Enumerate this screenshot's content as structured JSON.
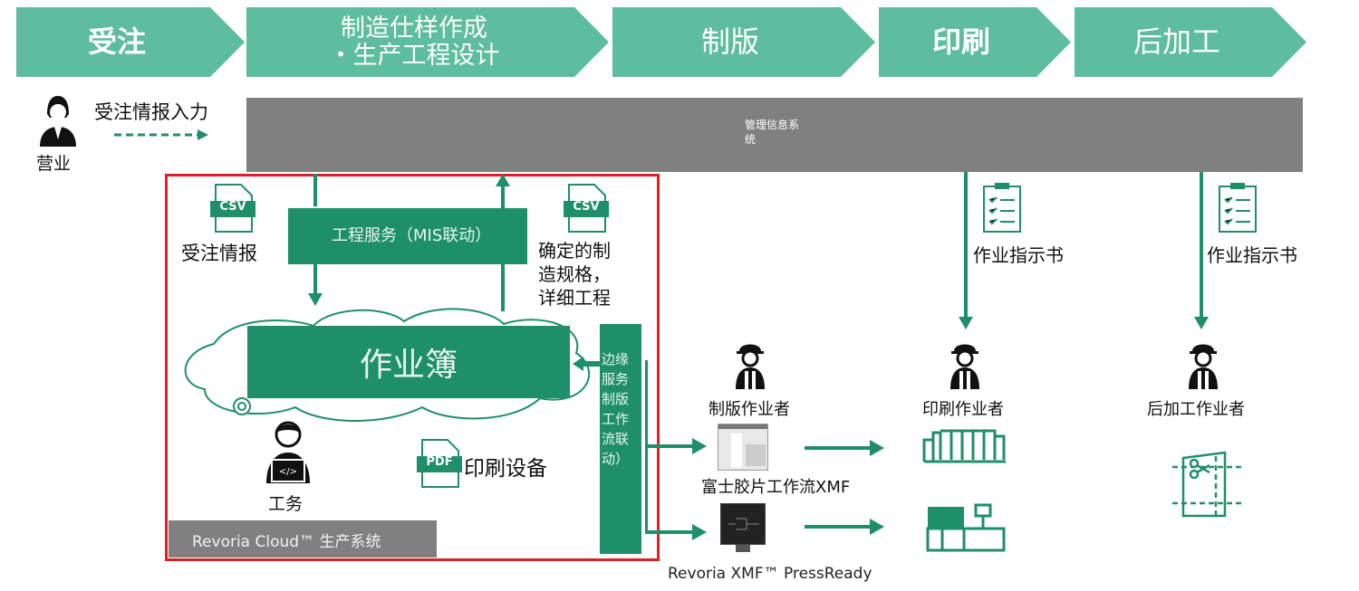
{
  "stages": [
    {
      "label": "受注"
    },
    {
      "label_line1": "制造仕样作成",
      "label_line2": "・生产工程设计"
    },
    {
      "label": "制版"
    },
    {
      "label": "印刷"
    },
    {
      "label": "后加工"
    }
  ],
  "sales": {
    "input_label": "受注情报入力",
    "person_label": "营业"
  },
  "mis": {
    "label_line1": "管理信息系",
    "label_line2": "统"
  },
  "cloud_system": {
    "csv_badge": "CSV",
    "order_info": "受注情报",
    "process_service": "工程服务（MIS联动）",
    "confirmed_spec_line1": "确定的制",
    "confirmed_spec_line2": "造规格，",
    "confirmed_spec_line3": "详细工程",
    "job_book": "作业簿",
    "edge_service": "边缘服务制版工作流联动）",
    "engineer_label": "工务",
    "pdf_badge": "PDF",
    "printing_device": "印刷设备",
    "system_label": "Revoria Cloud™ 生产系统",
    "accent_color": "#e02020"
  },
  "right": {
    "work_instruction": "作业指示书",
    "platemaker": "制版作业者",
    "printer": "印刷作业者",
    "postprocess": "后加工作业者",
    "xmf": "富士胶片工作流XMF",
    "pressready": "Revoria XMF™ PressReady"
  },
  "colors": {
    "chevron": "#5dbd9e",
    "green": "#1f8f6a",
    "gray": "#808080"
  }
}
